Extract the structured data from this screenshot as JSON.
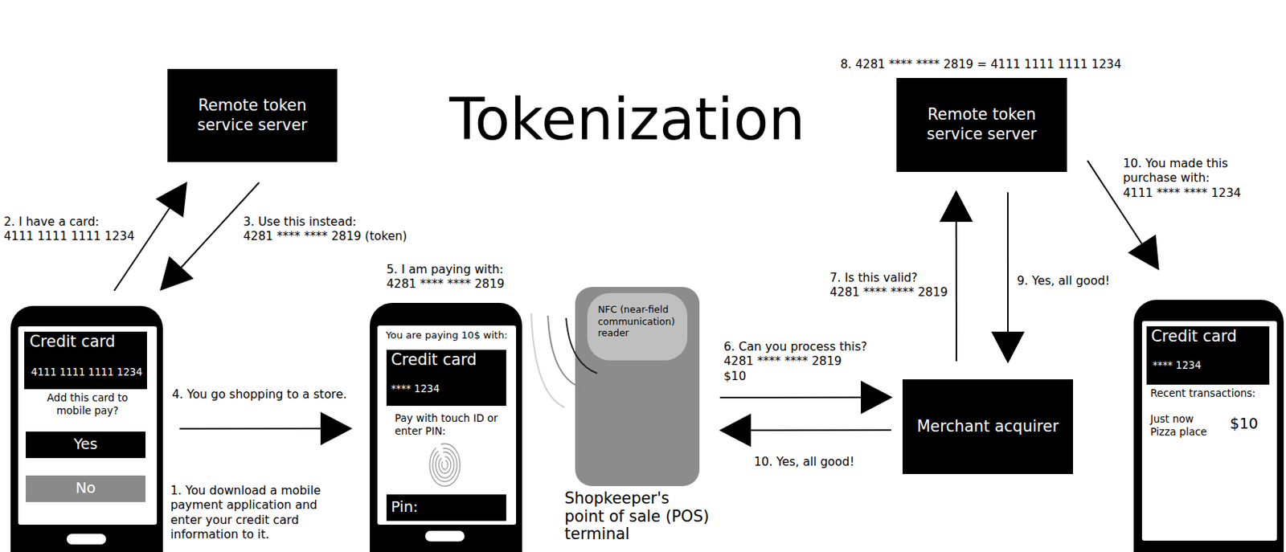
{
  "diagram": {
    "title": "Tokenization",
    "nodes": [
      {
        "text": [
          "Remote token service server"
        ]
      },
      {
        "text": [
          "Add this card to mobile pay?"
        ]
      },
      {
        "text": [
          "Credit card",
          "4111 1111 1111 1234"
        ],
        "in": 1
      },
      {
        "text": [
          "Yes"
        ],
        "in": 1
      },
      {
        "text": [
          "No"
        ],
        "in": 1
      },
      {
        "text": [
          "You are paying 10$ with:",
          "Pay with touch ID or enter PIN:"
        ]
      },
      {
        "text": [
          "Credit card",
          "**** 1234"
        ],
        "in": 5
      },
      {
        "text": [
          "Pin:"
        ],
        "in": 5
      },
      {
        "text": [
          "Shopkeeper's point of sale (POS) terminal"
        ]
      },
      {
        "text": [
          "NFC (near-field communication) reader"
        ],
        "in": 8
      },
      {
        "text": [
          "Merchant acquirer"
        ]
      },
      {
        "text": [
          "Remote token service server"
        ]
      },
      {
        "text": [
          "Recent transactions:",
          "Just now Pizza place",
          "$10"
        ]
      },
      {
        "text": [
          "Credit card",
          "**** 1234"
        ],
        "in": 12
      }
    ],
    "edges": [
      {
        "from": 1,
        "to": 0,
        "label": "2. I have a card: 4111 1111 1111 1234",
        "arrow": "to"
      },
      {
        "from": 0,
        "to": 1,
        "label": "3. Use this instead: 4281 **** **** 2819 (token)",
        "arrow": "to"
      },
      {
        "from": 1,
        "to": 5,
        "label": "4. You go shopping to a store.",
        "arrow": "to"
      },
      {
        "from": 8,
        "to": 10,
        "label": "6. Can you process this? 4281 **** **** 2819 $10",
        "arrow": "to"
      },
      {
        "from": 10,
        "to": 8,
        "label": "10. Yes, all good!",
        "arrow": "to"
      },
      {
        "from": 10,
        "to": 11,
        "label": "7. Is this valid? 4281 **** **** 2819",
        "arrow": "to"
      },
      {
        "from": 11,
        "to": 10,
        "label": "9. Yes, all good!",
        "arrow": "to"
      },
      {
        "from": 11,
        "to": 12,
        "label": "10. You made this purchase with: 4111 **** **** 1234",
        "arrow": "to"
      }
    ],
    "labels": [
      "1. You download a mobile payment application and enter your credit card information to it.",
      "5. I am paying with: 4281 **** **** 2819",
      "8. 4281 **** **** 2819 = 4111 1111 1111 1234"
    ]
  }
}
